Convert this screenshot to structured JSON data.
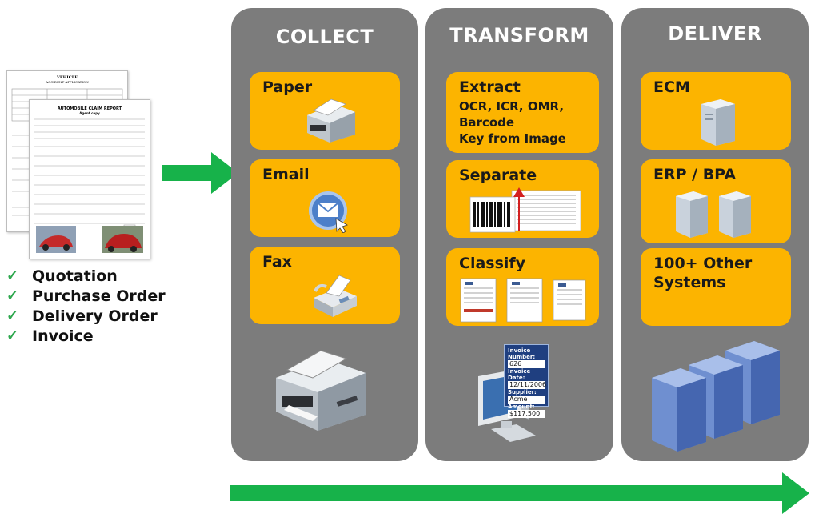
{
  "columns": [
    {
      "id": "collect",
      "title": "COLLECT",
      "cards": [
        {
          "label": "Paper"
        },
        {
          "label": "Email"
        },
        {
          "label": "Fax"
        }
      ]
    },
    {
      "id": "transform",
      "title": "TRANSFORM",
      "cards": [
        {
          "label": "Extract",
          "sub": [
            "OCR, ICR, OMR,",
            "Barcode",
            "Key from Image"
          ]
        },
        {
          "label": "Separate"
        },
        {
          "label": "Classify"
        }
      ]
    },
    {
      "id": "deliver",
      "title": "DELIVER",
      "cards": [
        {
          "label": "ECM"
        },
        {
          "label": "ERP / BPA"
        },
        {
          "label": "100+ Other",
          "label2": "Systems"
        }
      ]
    }
  ],
  "document_types": [
    "Quotation",
    "Purchase Order",
    "Delivery Order",
    "Invoice"
  ],
  "documents": {
    "front_title": "AUTOMOBILE CLAIM REPORT",
    "front_subtitle": "Agent copy",
    "back_title": "VEHICLE",
    "back_subtitle": "ACCIDENT APPLICATION"
  },
  "invoice_form": {
    "fields": [
      {
        "label": "Invoice Number:",
        "value": "626"
      },
      {
        "label": "Invoice Date:",
        "value": "12/11/2006"
      },
      {
        "label": "Supplier:",
        "value": "Acme"
      },
      {
        "label": "Amount:",
        "value": "$117,500"
      }
    ]
  },
  "colors": {
    "column": "#7c7c7c",
    "card": "#fcb400",
    "arrow": "#17b24a",
    "check": "#2fa84f"
  },
  "icons": {
    "paper": "scanner-icon",
    "email": "email-icon",
    "fax": "fax-icon",
    "ecm": "server-icon",
    "servers": "server-rack-icon"
  }
}
